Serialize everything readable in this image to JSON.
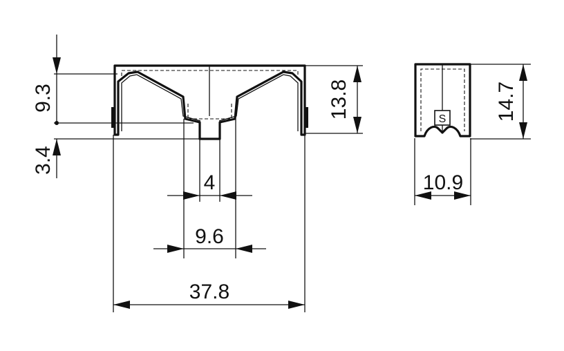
{
  "dimensions": {
    "overall_width": "37.8",
    "inner_span": "9.6",
    "tab_width": "4",
    "upper_height": "9.3",
    "tab_height": "3.4",
    "body_height": "13.8",
    "side_height": "14.7",
    "side_width": "10.9"
  },
  "marking": {
    "letter": "S"
  }
}
